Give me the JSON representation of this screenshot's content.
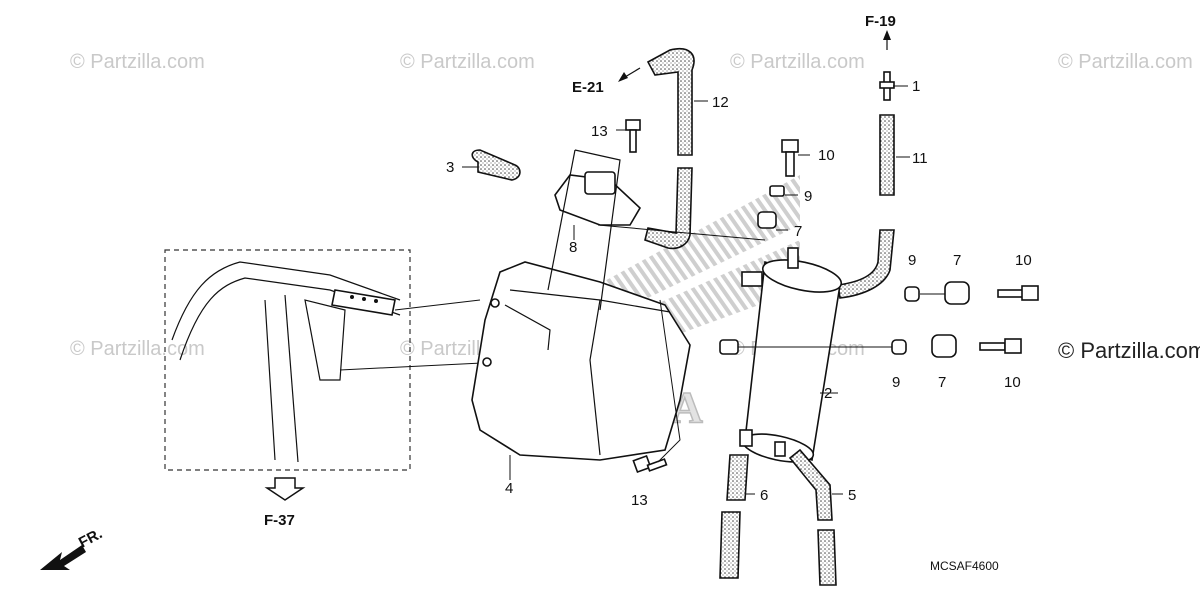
{
  "watermark": {
    "text": "© Partzilla.com",
    "right_text": "© Partzilla.com"
  },
  "refs": {
    "f19": "F-19",
    "e21": "E-21",
    "f37": "F-37",
    "fr": "FR."
  },
  "callouts": {
    "p1": "1",
    "p2": "2",
    "p3": "3",
    "p4": "4",
    "p5": "5",
    "p6": "6",
    "p7a": "7",
    "p7b": "7",
    "p7c": "7",
    "p8": "8",
    "p9a": "9",
    "p9b": "9",
    "p9c": "9",
    "p10a": "10",
    "p10b": "10",
    "p10c": "10",
    "p11": "11",
    "p12": "12",
    "p13a": "13",
    "p13b": "13"
  },
  "diagram_code": "MCSAF4600",
  "logo_text": "HONDA"
}
